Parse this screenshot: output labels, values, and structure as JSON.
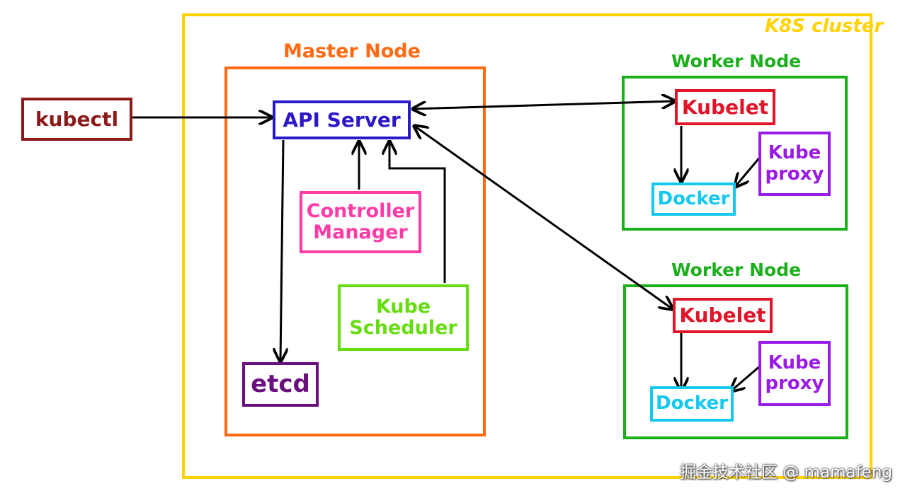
{
  "cluster": {
    "label": "K8S cluster",
    "color": "#FFD200"
  },
  "master": {
    "label": "Master Node",
    "color": "#FF6A13",
    "api_server": {
      "label": "API Server",
      "color": "#2B18C8"
    },
    "controller_manager": {
      "label": "Controller\nManager",
      "color": "#FF3CA6"
    },
    "kube_scheduler": {
      "label": "Kube\nScheduler",
      "color": "#66DD11"
    },
    "etcd": {
      "label": "etcd",
      "color": "#6A0F7F"
    }
  },
  "kubectl": {
    "label": "kubectl",
    "color": "#8B1A1A"
  },
  "workers": [
    {
      "label": "Worker Node",
      "color": "#1BAF1B",
      "kubelet": {
        "label": "Kubelet",
        "color": "#E0152A"
      },
      "docker": {
        "label": "Docker",
        "color": "#14C8EE"
      },
      "kube_proxy": {
        "label": "Kube\nproxy",
        "color": "#9A1BE6"
      }
    },
    {
      "label": "Worker Node",
      "color": "#1BAF1B",
      "kubelet": {
        "label": "Kubelet",
        "color": "#E0152A"
      },
      "docker": {
        "label": "Docker",
        "color": "#14C8EE"
      },
      "kube_proxy": {
        "label": "Kube\nproxy",
        "color": "#9A1BE6"
      }
    }
  ],
  "watermark": "掘金技术社区 @ mamafeng"
}
